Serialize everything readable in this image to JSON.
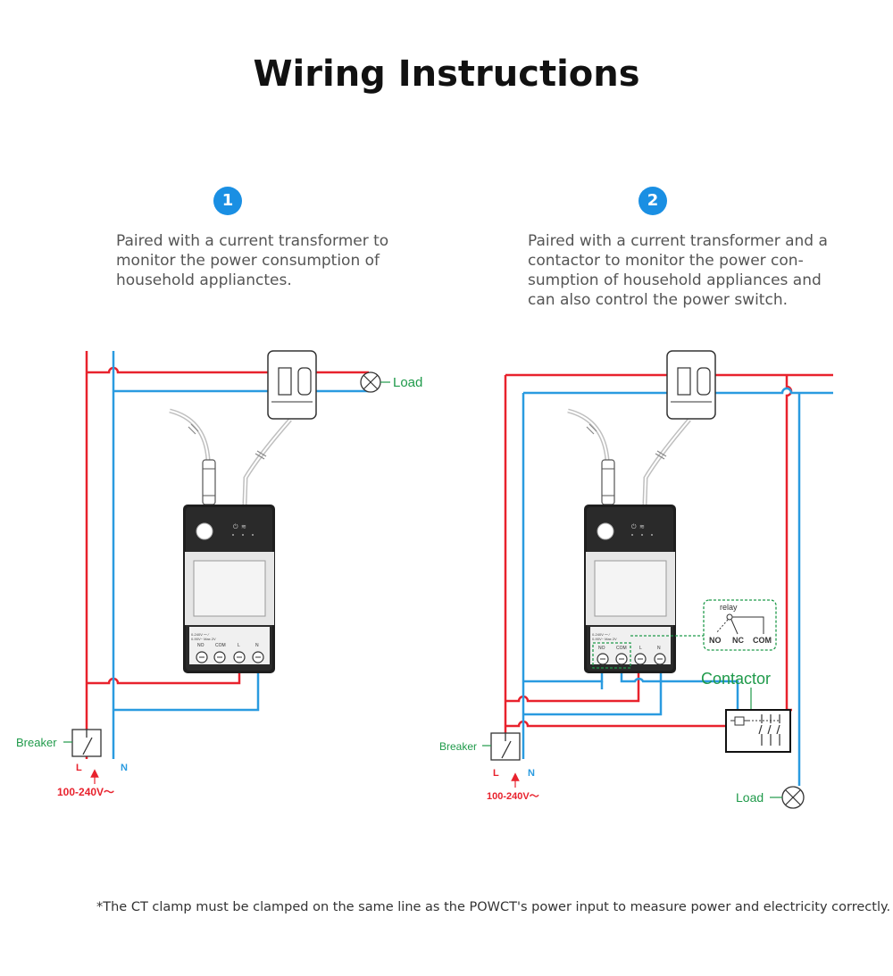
{
  "title": "Wiring Instructions",
  "steps": [
    {
      "number": "1",
      "lines": [
        "Paired with a current transformer to",
        "monitor the power consumption of",
        "household applianctes."
      ]
    },
    {
      "number": "2",
      "lines": [
        "Paired with a current transformer and a",
        "contactor to monitor the power con-",
        "sumption of household appliances and",
        "can also control the power switch."
      ]
    }
  ],
  "diagram1": {
    "load_label": "Load",
    "breaker_label": "Breaker",
    "l_label": "L",
    "n_label": "N",
    "voltage_label": "100-240V～",
    "terminal_labels": [
      "NO",
      "COM",
      "L",
      "N"
    ]
  },
  "diagram2": {
    "load_label": "Load",
    "breaker_label": "Breaker",
    "l_label": "L",
    "n_label": "N",
    "voltage_label": "100-240V～",
    "contactor_label": "Contactor",
    "relay_label": "relay",
    "relay_no": "NO",
    "relay_nc": "NC",
    "relay_com": "COM",
    "terminal_labels": [
      "NO",
      "COM",
      "L",
      "N"
    ]
  },
  "footnote": "*The CT clamp must be clamped on the same line as the POWCT's power input to measure power and electricity correctly.",
  "colors": {
    "live": "#e8222d",
    "neutral": "#2a9be0",
    "green": "#1f9a4a",
    "badge": "#1a8fe3"
  }
}
